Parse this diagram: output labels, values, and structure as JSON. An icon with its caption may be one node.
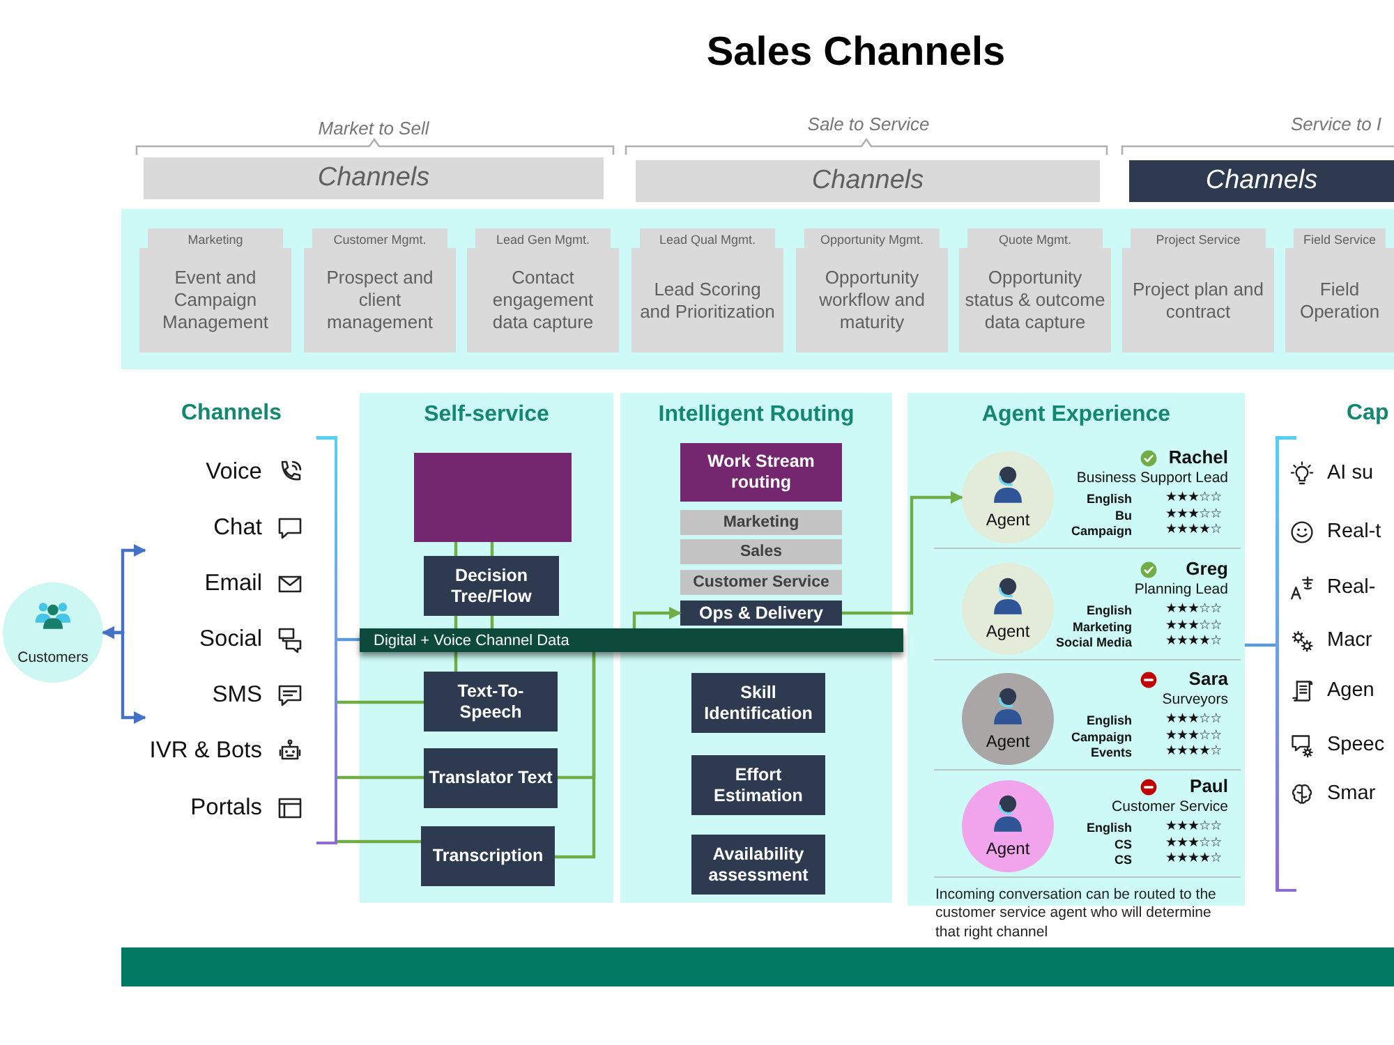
{
  "diagram": {
    "title": "Sales Channels",
    "nodes": [
      {
        "text": [
          "Channels"
        ]
      },
      {
        "text": [
          "Channels"
        ]
      },
      {
        "text": [
          "Channels"
        ]
      },
      {
        "text": [],
        "shape": "box"
      },
      {
        "text": [
          "Marketing",
          "Event and Campaign Management"
        ],
        "in": 3
      },
      {
        "text": [
          "Customer Mgmt.",
          "Prospect and client management"
        ],
        "in": 3
      },
      {
        "text": [
          "Lead Gen Mgmt.",
          "Contact engagement data capture"
        ],
        "in": 3
      },
      {
        "text": [
          "Lead Qual Mgmt.",
          "Lead Scoring and Prioritization"
        ],
        "in": 3
      },
      {
        "text": [
          "Opportunity Mgmt.",
          "Opportunity workflow and maturity"
        ],
        "in": 3
      },
      {
        "text": [
          "Quote Mgmt.",
          "Opportunity status & outcome data capture"
        ],
        "in": 3
      },
      {
        "text": [
          "Project Service",
          "Project plan and contract"
        ],
        "in": 3
      },
      {
        "text": [
          "Field Service",
          "Field Operation"
        ],
        "in": 3
      },
      {
        "text": [
          "Customers"
        ]
      },
      {
        "text": [
          "Channels",
          "Voice",
          "Chat",
          "Email",
          "Social",
          "SMS",
          "IVR & Bots",
          "Portals"
        ]
      },
      {
        "text": [
          "Self-service"
        ]
      },
      {
        "text": [],
        "shape": "box",
        "in": 14
      },
      {
        "text": [
          "Decision Tree/Flow"
        ],
        "in": 14
      },
      {
        "text": [
          "Text-To-Speech"
        ],
        "in": 14
      },
      {
        "text": [
          "Translator Text"
        ],
        "in": 14
      },
      {
        "text": [
          "Transcription"
        ],
        "in": 14
      },
      {
        "text": [
          "Digital + Voice Channel Data"
        ]
      },
      {
        "text": [
          "Intelligent Routing"
        ]
      },
      {
        "text": [
          "Work Stream routing"
        ],
        "in": 21
      },
      {
        "text": [
          "Marketing"
        ],
        "in": 21
      },
      {
        "text": [
          "Sales"
        ],
        "in": 21
      },
      {
        "text": [
          "Customer Service"
        ],
        "in": 21
      },
      {
        "text": [
          "Ops & Delivery"
        ],
        "in": 21
      },
      {
        "text": [
          "Skill Identification"
        ],
        "in": 21
      },
      {
        "text": [
          "Effort Estimation"
        ],
        "in": 21
      },
      {
        "text": [
          "Availability assessment"
        ],
        "in": 21
      },
      {
        "text": [
          "Agent Experience"
        ]
      },
      {
        "text": [
          "Agent"
        ],
        "in": 30,
        "beside": [
          "Rachel",
          "Business Support Lead",
          "English",
          "★★★☆☆",
          "Bu",
          "★★★☆☆",
          "Campaign",
          "★★★★☆"
        ]
      },
      {
        "text": [
          "Agent"
        ],
        "in": 30,
        "beside": [
          "Greg",
          "Planning Lead",
          "English",
          "★★★☆☆",
          "Marketing",
          "★★★☆☆",
          "Social Media",
          "★★★★☆"
        ]
      },
      {
        "text": [
          "Agent"
        ],
        "in": 30,
        "beside": [
          "Sara",
          "Surveyors",
          "English",
          "★★★☆☆",
          "Campaign",
          "★★★☆☆",
          "Events",
          "★★★★☆"
        ]
      },
      {
        "text": [
          "Agent"
        ],
        "in": 30,
        "beside": [
          "Paul",
          "Customer Service",
          "English",
          "★★★☆☆",
          "CS",
          "★★★☆☆",
          "CS",
          "★★★★☆"
        ]
      },
      {
        "text": [
          "Cap",
          "AI su",
          "Real-t",
          "Real-",
          "Macr",
          "Agen",
          "Speec",
          "Smar"
        ]
      }
    ],
    "edges": [
      {
        "from": 12,
        "to": 13,
        "arrow": "both",
        "color": "#4472c4"
      },
      {
        "from": 12,
        "to": 13,
        "arrow": "both",
        "color": "#4472c4"
      },
      {
        "from": 13,
        "to": 20,
        "arrow": "none",
        "color": "#5b9bd5"
      },
      {
        "from": 13,
        "to": 17,
        "arrow": "none"
      },
      {
        "from": 13,
        "to": 18,
        "arrow": "none"
      },
      {
        "from": 13,
        "to": 19,
        "arrow": "none"
      },
      {
        "from": 15,
        "to": 16,
        "arrow": "none"
      },
      {
        "from": 15,
        "to": 16,
        "arrow": "none"
      },
      {
        "from": 16,
        "to": 20,
        "arrow": "none"
      },
      {
        "from": 16,
        "to": 20,
        "arrow": "none"
      },
      {
        "from": 20,
        "to": 17,
        "arrow": "none"
      },
      {
        "from": 18,
        "to": 20,
        "arrow": "none"
      },
      {
        "from": 19,
        "to": 20,
        "arrow": "none"
      },
      {
        "from": 20,
        "to": 26,
        "arrow": "to"
      },
      {
        "from": 26,
        "to": 31,
        "arrow": "to"
      },
      {
        "from": 30,
        "to": 35,
        "arrow": "none",
        "color": "#5b9bd5"
      }
    ],
    "labels": [
      "Market to Sell",
      "Sale to Service",
      "Service to I",
      "Incoming conversation can be routed to the customer service agent who will determine that right channel"
    ]
  }
}
